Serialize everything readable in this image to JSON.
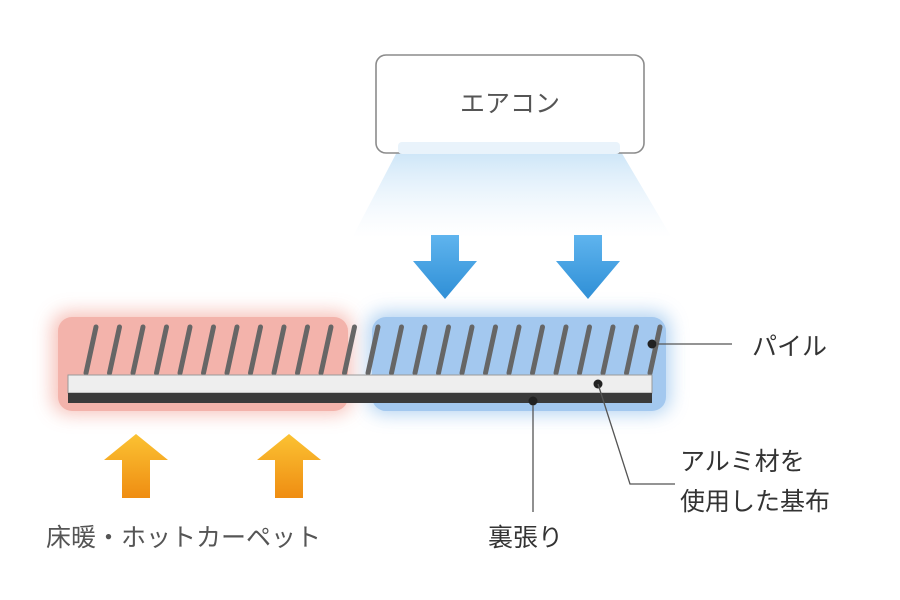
{
  "aircon": {
    "label": "エアコン"
  },
  "labels": {
    "pile": "パイル",
    "aluminum_line1": "アルミ材を",
    "aluminum_line2": "使用した基布",
    "backing": "裏張り",
    "floor_heating": "床暖・ホットカーペット"
  },
  "colors": {
    "warm_zone": "#f3b3ab",
    "cool_zone": "#a3c8ef",
    "cool_arrow": "#3d9ee0",
    "warm_arrow": "#f39c1c",
    "pile": "#666666",
    "base_fabric": "#eeeeee",
    "backing": "#3a3a3a"
  },
  "icons": {
    "cool_arrows": [
      "arrow-down-icon",
      "arrow-down-icon"
    ],
    "warm_arrows": [
      "arrow-up-icon",
      "arrow-up-icon"
    ]
  }
}
